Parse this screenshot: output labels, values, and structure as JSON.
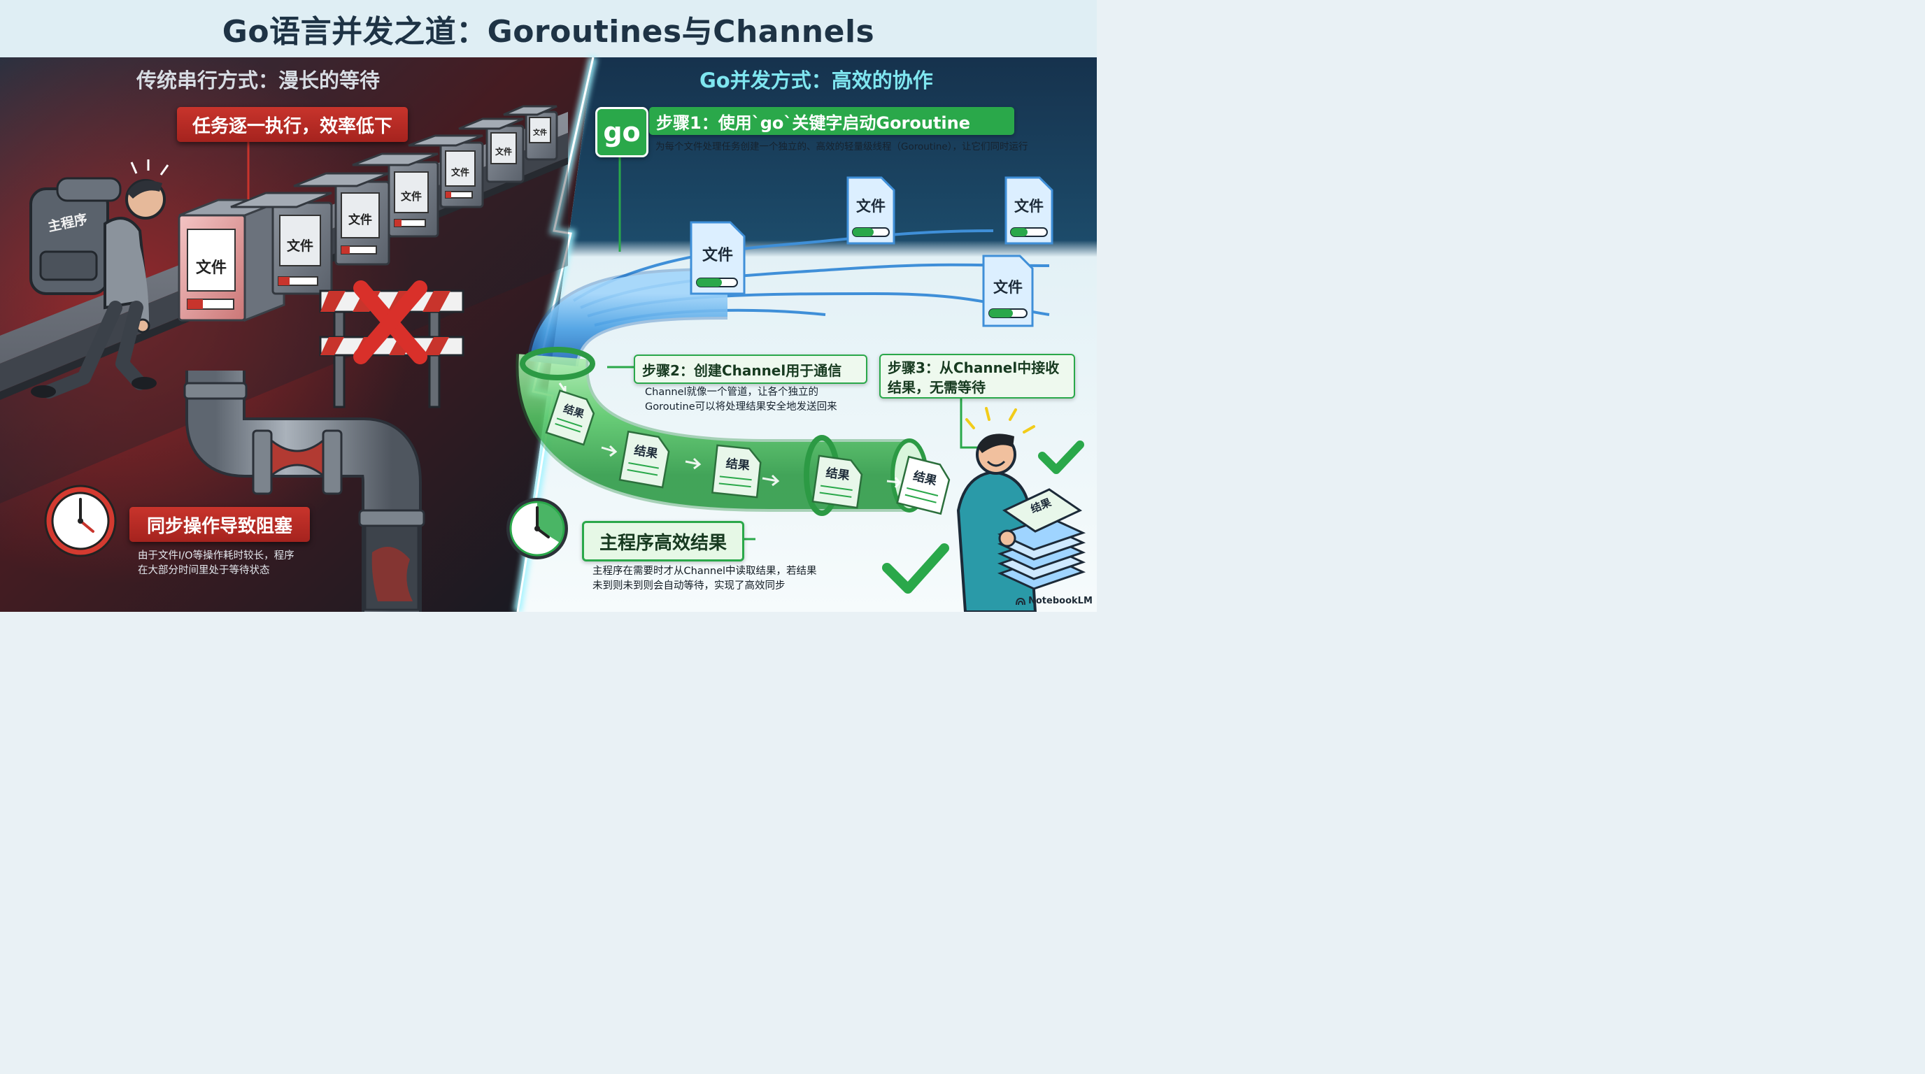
{
  "title": "Go语言并发之道：Goroutines与Channels",
  "left": {
    "heading": "传统串行方式：漫长的等待",
    "banner_serial": "任务逐一执行，效率低下",
    "backpack_label": "主程序",
    "file_label": "文件",
    "banner_block": "同步操作导致阻塞",
    "block_note": [
      "由于文件I/O等操作耗时较长，程序",
      "在大部分时间里处于等待状态"
    ],
    "colors": {
      "alert": "#c8342c",
      "background": "#1d222b"
    }
  },
  "right": {
    "heading": "Go并发方式：高效的协作",
    "go_badge": "go",
    "step1_title": "步骤1：使用`go`关键字启动Goroutine",
    "step1_desc": "为每个文件处理任务创建一个独立的、高效的轻量级线程（Goroutine），让它们同时运行",
    "file_label": "文件",
    "result_label": "结果",
    "step2_title": "步骤2：创建Channel用于通信",
    "step2_desc": [
      "Channel就像一个管道，让各个独立的",
      "Goroutine可以将处理结果安全地发送回来"
    ],
    "step3_title": [
      "步骤3：从Channel中接收",
      "结果，无需等待"
    ],
    "main_result": "主程序高效结果",
    "main_note": [
      "主程序在需要时才从Channel中读取结果，若结果",
      "未到则未到则会自动等待，实现了高效同步"
    ],
    "colors": {
      "accent": "#2aa84a",
      "pipe": "#3f8fd8"
    }
  },
  "brand": "NotebookLM"
}
